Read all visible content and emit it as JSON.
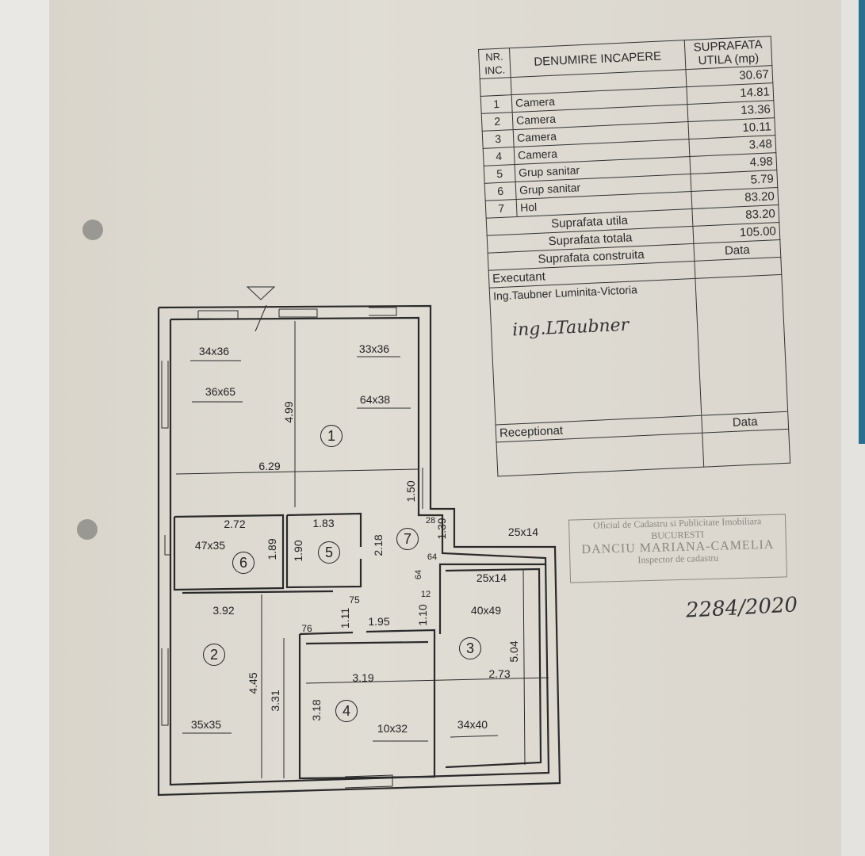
{
  "table": {
    "header": {
      "nr": "NR. INC.",
      "name": "DENUMIRE INCAPERE",
      "area": "SUPRAFATA UTILA (mp)"
    },
    "first_area": "30.67",
    "rows": [
      {
        "nr": "1",
        "name": "Camera",
        "area": "14.81"
      },
      {
        "nr": "2",
        "name": "Camera",
        "area": "13.36"
      },
      {
        "nr": "3",
        "name": "Camera",
        "area": "10.11"
      },
      {
        "nr": "4",
        "name": "Camera",
        "area": "3.48"
      },
      {
        "nr": "5",
        "name": "Grup sanitar",
        "area": "4.98"
      },
      {
        "nr": "6",
        "name": "Grup sanitar",
        "area": "5.79"
      },
      {
        "nr": "7",
        "name": "Hol",
        "area": "83.20"
      }
    ],
    "totals": [
      {
        "label": "Suprafata utila",
        "value": "83.20"
      },
      {
        "label": "Suprafata totala",
        "value": "105.00"
      },
      {
        "label": "Suprafata construita",
        "value": "Data"
      }
    ],
    "executant_label": "Executant",
    "executant_name": "Ing.Taubner Luminita-Victoria",
    "signature": "ing.LTaubner",
    "receptionat_label": "Receptionat",
    "data_label": "Data"
  },
  "stamp": {
    "line1": "Oficiul de Cadastru si Publicitate Imobiliara",
    "line2": "BUCURESTI",
    "line3": "DANCIU MARIANA-CAMELIA",
    "line4": "Inspector de cadastru"
  },
  "registration_number": "2284/2020",
  "plan": {
    "rooms": [
      "1",
      "2",
      "3",
      "4",
      "5",
      "6",
      "7"
    ],
    "labels": {
      "w1": "34x36",
      "w2": "33x36",
      "w3": "36x65",
      "w4": "64x38",
      "d1": "4.99",
      "d2": "6.29",
      "d3": "1.50",
      "d4": "2.72",
      "d5": "1.83",
      "w5": "47x35",
      "d6": "1.89",
      "d7": "1.90",
      "d8": "2.18",
      "d9": "28",
      "d10": "1.39",
      "w6": "25x14",
      "d11": "64",
      "d12": "64",
      "w7": "25x14",
      "d13": "12",
      "w8": "40x49",
      "d14": "75",
      "d15": "1.11",
      "d16": "1.95",
      "d17": "1.10",
      "d18": "3.92",
      "d19": "76",
      "d20": "5.04",
      "d21": "3.19",
      "d22": "2.73",
      "d23": "4.45",
      "d24": "3.31",
      "d25": "3.18",
      "w9": "35x35",
      "w10": "10x32",
      "w11": "34x40"
    }
  }
}
